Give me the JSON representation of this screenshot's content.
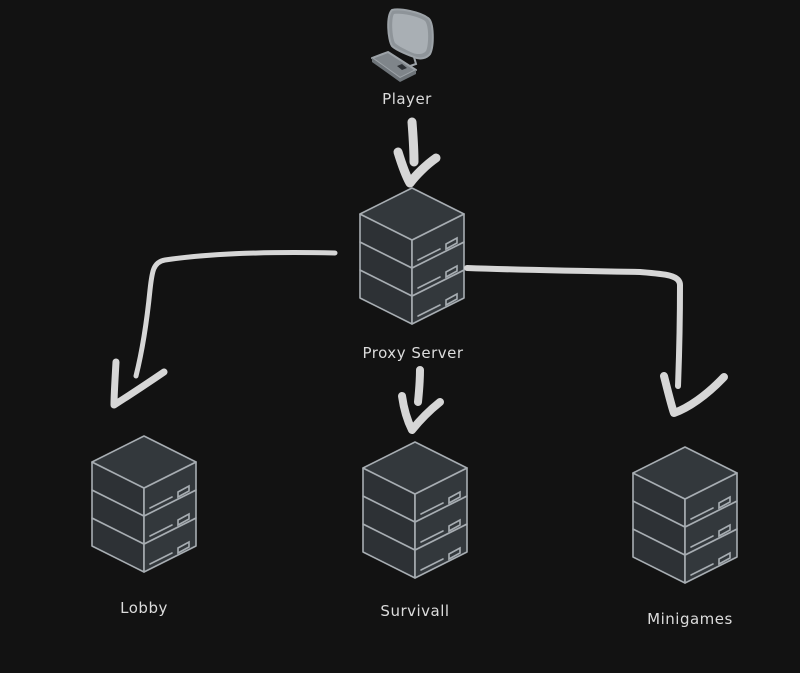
{
  "diagram": {
    "title": "Server network architecture",
    "background_color": "#121212",
    "nodes": [
      {
        "id": "player",
        "label": "Player",
        "icon": "computer-icon"
      },
      {
        "id": "proxy",
        "label": "Proxy Server",
        "icon": "server-stack-icon"
      },
      {
        "id": "lobby",
        "label": "Lobby",
        "icon": "server-stack-icon"
      },
      {
        "id": "survival",
        "label": "Survivall",
        "icon": "server-stack-icon"
      },
      {
        "id": "minigames",
        "label": "Minigames",
        "icon": "server-stack-icon"
      }
    ],
    "edges": [
      {
        "from": "player",
        "to": "proxy"
      },
      {
        "from": "proxy",
        "to": "lobby"
      },
      {
        "from": "proxy",
        "to": "survival"
      },
      {
        "from": "proxy",
        "to": "minigames"
      }
    ],
    "colors": {
      "arrow": "#d6d6d6",
      "server_outline": "#a7adb2",
      "server_fill": "#33383c",
      "label_text": "#dcdcdc"
    }
  }
}
